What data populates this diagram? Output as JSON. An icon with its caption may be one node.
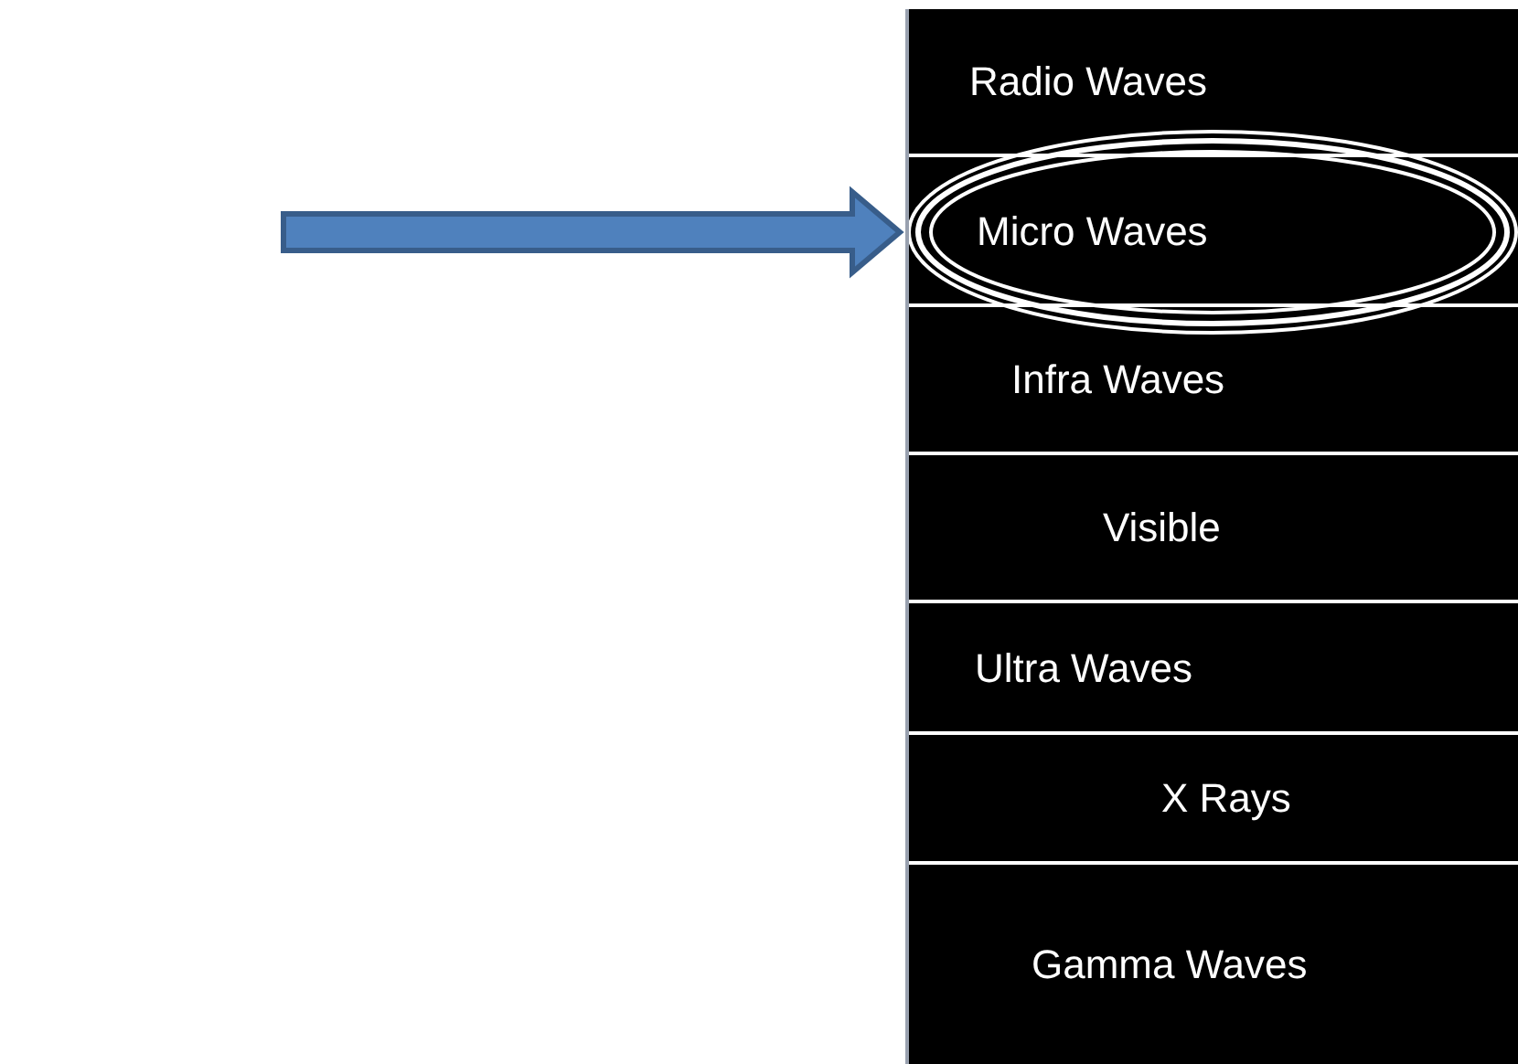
{
  "diagram": {
    "nodes": [
      {
        "text": [],
        "shape": "box"
      },
      {
        "text": [
          "Radio Waves"
        ],
        "in": 0
      },
      {
        "text": [
          "Micro Waves"
        ],
        "in": 0
      },
      {
        "text": [
          "Infra Waves"
        ],
        "in": 0
      },
      {
        "text": [
          "Visible"
        ],
        "in": 0
      },
      {
        "text": [
          "Ultra Waves"
        ],
        "in": 0
      },
      {
        "text": [
          "X Rays"
        ],
        "in": 0
      },
      {
        "text": [
          "Gamma Waves"
        ],
        "in": 0
      }
    ],
    "edges": [
      {
        "from": null,
        "to": 2,
        "arrow": "to",
        "style": "thick",
        "color": "#4f81bd"
      }
    ]
  }
}
